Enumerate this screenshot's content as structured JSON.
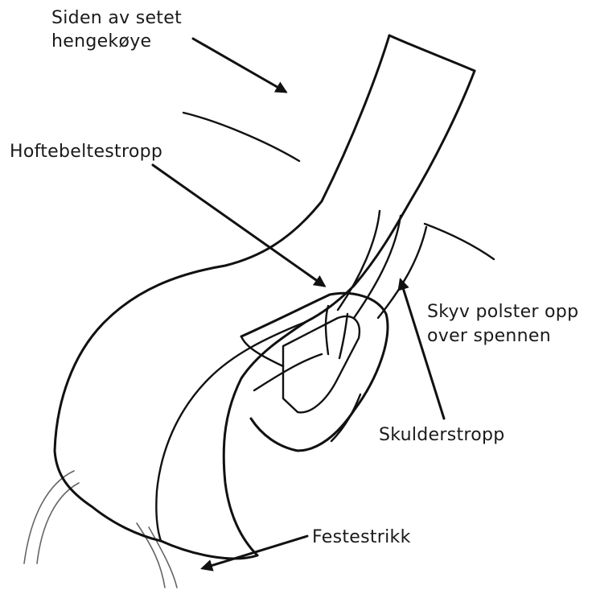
{
  "labels": {
    "seat_side_line1": "Siden av setet",
    "seat_side_line2": "hengekøye",
    "hip_belt_strap": "Hoftebeltestropp",
    "slide_pad_line1": "Skyv polster opp",
    "slide_pad_line2": "over spennen",
    "shoulder_strap": "Skulderstropp",
    "fastening_cord": "Festestrikk"
  },
  "colors": {
    "ink": "#111111",
    "text": "#1a1a1a",
    "background": "#ffffff"
  }
}
